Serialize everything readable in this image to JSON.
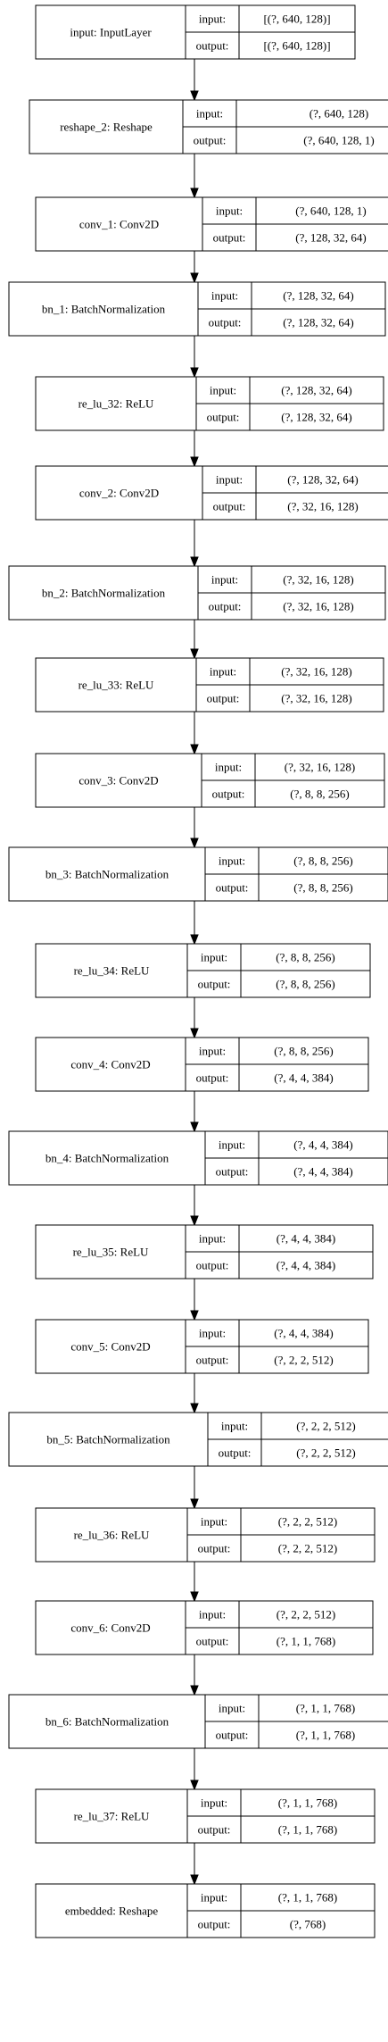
{
  "labels": {
    "input": "input:",
    "output": "output:"
  },
  "layers": [
    {
      "name": "input: InputLayer",
      "input": "[(?, 640, 128)]",
      "output": "[(?, 640, 128)]"
    },
    {
      "name": "reshape_2: Reshape",
      "input": "(?, 640, 128)",
      "output": "(?, 640, 128, 1)"
    },
    {
      "name": "conv_1: Conv2D",
      "input": "(?, 640, 128, 1)",
      "output": "(?, 128, 32, 64)"
    },
    {
      "name": "bn_1: BatchNormalization",
      "input": "(?, 128, 32, 64)",
      "output": "(?, 128, 32, 64)"
    },
    {
      "name": "re_lu_32: ReLU",
      "input": "(?, 128, 32, 64)",
      "output": "(?, 128, 32, 64)"
    },
    {
      "name": "conv_2: Conv2D",
      "input": "(?, 128, 32, 64)",
      "output": "(?, 32, 16, 128)"
    },
    {
      "name": "bn_2: BatchNormalization",
      "input": "(?, 32, 16, 128)",
      "output": "(?, 32, 16, 128)"
    },
    {
      "name": "re_lu_33: ReLU",
      "input": "(?, 32, 16, 128)",
      "output": "(?, 32, 16, 128)"
    },
    {
      "name": "conv_3: Conv2D",
      "input": "(?, 32, 16, 128)",
      "output": "(?, 8, 8, 256)"
    },
    {
      "name": "bn_3: BatchNormalization",
      "input": "(?, 8, 8, 256)",
      "output": "(?, 8, 8, 256)"
    },
    {
      "name": "re_lu_34: ReLU",
      "input": "(?, 8, 8, 256)",
      "output": "(?, 8, 8, 256)"
    },
    {
      "name": "conv_4: Conv2D",
      "input": "(?, 8, 8, 256)",
      "output": "(?, 4, 4, 384)"
    },
    {
      "name": "bn_4: BatchNormalization",
      "input": "(?, 4, 4, 384)",
      "output": "(?, 4, 4, 384)"
    },
    {
      "name": "re_lu_35: ReLU",
      "input": "(?, 4, 4, 384)",
      "output": "(?, 4, 4, 384)"
    },
    {
      "name": "conv_5: Conv2D",
      "input": "(?, 4, 4, 384)",
      "output": "(?, 2, 2, 512)"
    },
    {
      "name": "bn_5: BatchNormalization",
      "input": "(?, 2, 2, 512)",
      "output": "(?, 2, 2, 512)"
    },
    {
      "name": "re_lu_36: ReLU",
      "input": "(?, 2, 2, 512)",
      "output": "(?, 2, 2, 512)"
    },
    {
      "name": "conv_6: Conv2D",
      "input": "(?, 2, 2, 512)",
      "output": "(?, 1, 1, 768)"
    },
    {
      "name": "bn_6: BatchNormalization",
      "input": "(?, 1, 1, 768)",
      "output": "(?, 1, 1, 768)"
    },
    {
      "name": "re_lu_37: ReLU",
      "input": "(?, 1, 1, 768)",
      "output": "(?, 1, 1, 768)"
    },
    {
      "name": "embedded: Reshape",
      "input": "(?, 1, 1, 768)",
      "output": "(?, 768)"
    }
  ]
}
